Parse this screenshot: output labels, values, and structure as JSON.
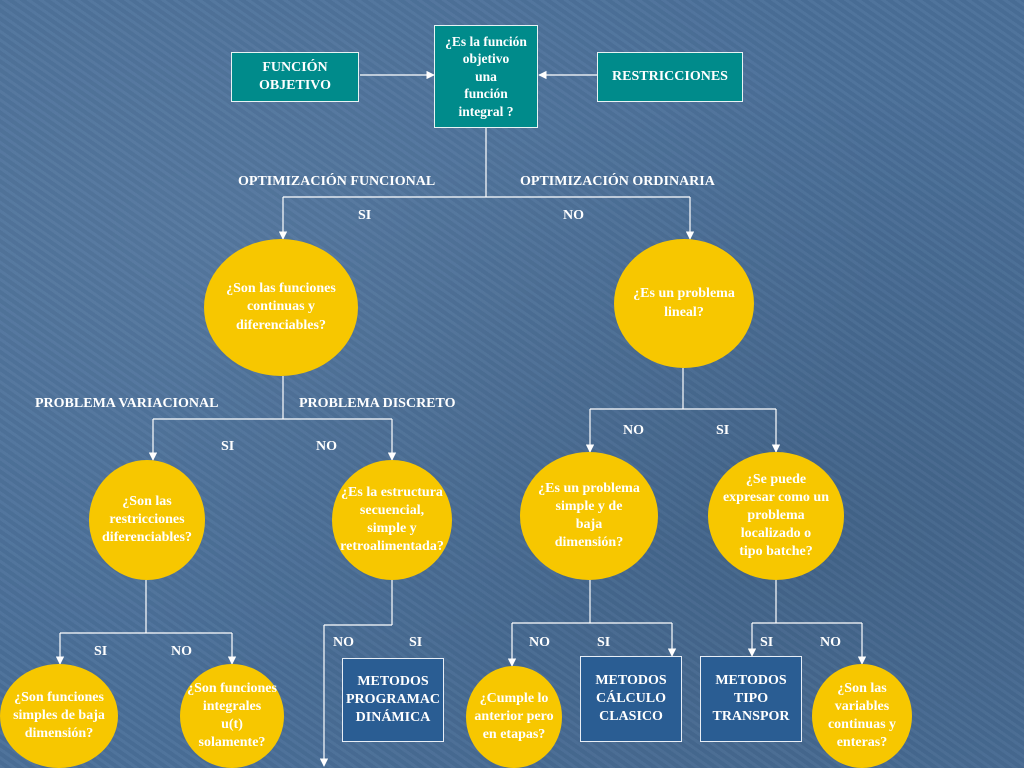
{
  "nodes": {
    "funcion_objetivo": "FUNCIÓN\nOBJETIVO",
    "es_integral": "¿Es la función\nobjetivo\nuna\nfunción\nintegral ?",
    "restricciones": "RESTRICCIONES",
    "continuas_diferenciables": "¿Son las funciones\ncontinuas y\ndiferenciables?",
    "problema_lineal": "¿Es un problema\nlineal?",
    "restricciones_diferenciables": "¿Son las\nrestricciones\ndiferenciables?",
    "estructura_secuencial": "¿Es la estructura\nsecuencial,\nsimple y\nretroalimentada?",
    "problema_simple": "¿Es un problema\nsimple y de\nbaja\ndimensión?",
    "problema_localizado": "¿Se puede\nexpresar como un\nproblema\nlocalizado o\ntipo batche?",
    "funciones_simples": "¿Son funciones\nsimples de baja\ndimensión?",
    "funciones_integrales": "¿Son funciones\nintegrales\nu(t)\nsolamente?",
    "metodos_programacion": "METODOS\nPROGRAMAC\nDINÁMICA",
    "cumple_anterior": "¿Cumple lo\nanterior pero\nen etapas?",
    "metodos_calculo": "METODOS\nCÁLCULO\nCLASICO",
    "metodos_transporte": "METODOS\nTIPO\nTRANSPOR",
    "variables_continuas": "¿Son las\nvariables\ncontinuas y\nenteras?"
  },
  "labels": {
    "optimizacion_funcional": "OPTIMIZACIÓN FUNCIONAL",
    "optimizacion_ordinaria": "OPTIMIZACIÓN ORDINARIA",
    "problema_variacional": "PROBLEMA VARIACIONAL",
    "problema_discreto": "PROBLEMA DISCRETO",
    "si_1": "SI",
    "no_1": "NO",
    "si_2": "SI",
    "no_2": "NO",
    "no_3": "NO",
    "si_3": "SI",
    "si_4": "SI",
    "no_4": "NO",
    "no_5": "NO",
    "si_5": "SI",
    "no_6": "NO",
    "si_6": "SI",
    "si_7": "SI",
    "no_7": "NO"
  },
  "colors": {
    "background": "#4a6f99",
    "box_teal": "#008b8b",
    "box_blue": "#2a5d93",
    "decision_circle": "#f7c700",
    "connector": "#ffffff"
  }
}
